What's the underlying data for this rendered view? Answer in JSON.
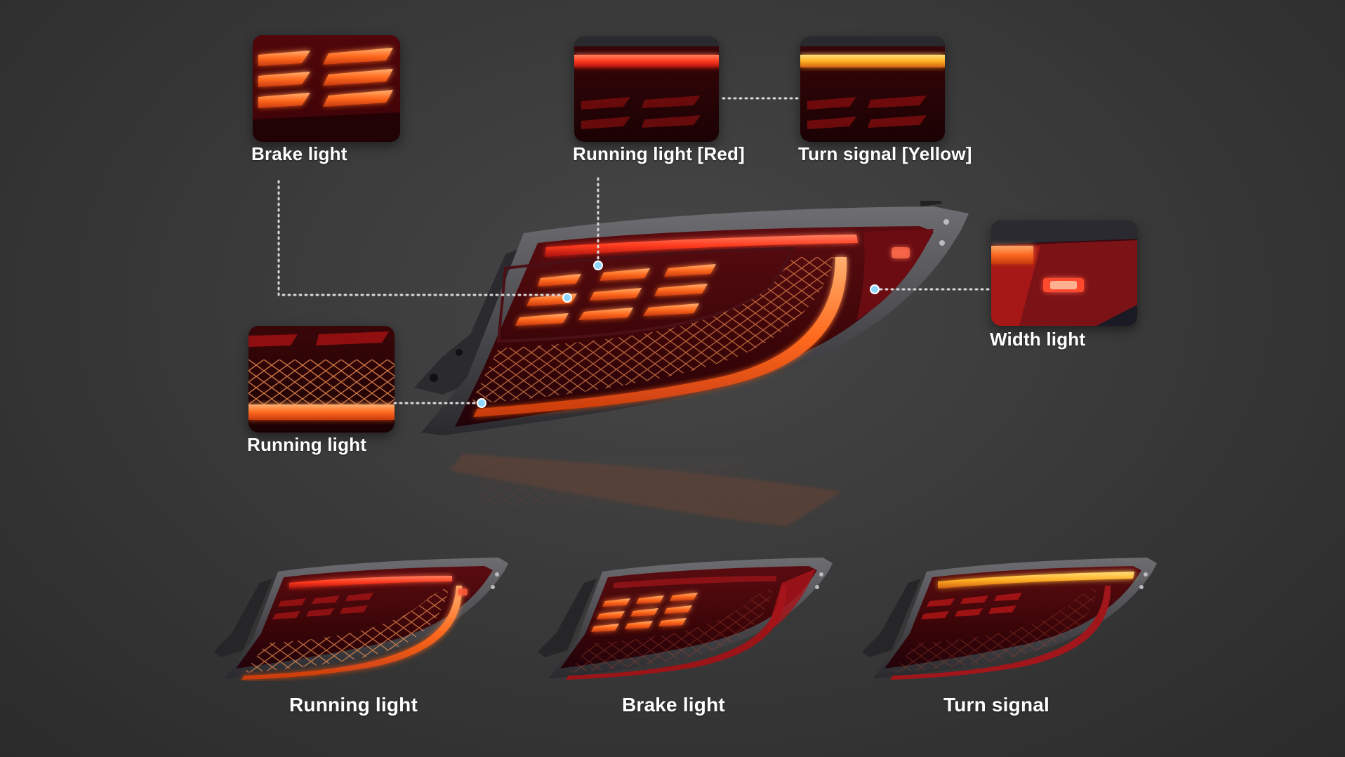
{
  "callouts": {
    "brake_light": "Brake light",
    "running_light_red": "Running light [Red]",
    "turn_signal_yellow": "Turn signal [Yellow]",
    "width_light": "Width light",
    "running_light": "Running light"
  },
  "modes": {
    "running": "Running light",
    "brake": "Brake light",
    "turn": "Turn signal"
  },
  "colors": {
    "background": "#3a3a3a",
    "red_glow": "#ff3a2a",
    "orange_glow": "#ff7a1e",
    "amber_glow": "#ffb020",
    "connector_dot": "#8fd6ff"
  }
}
